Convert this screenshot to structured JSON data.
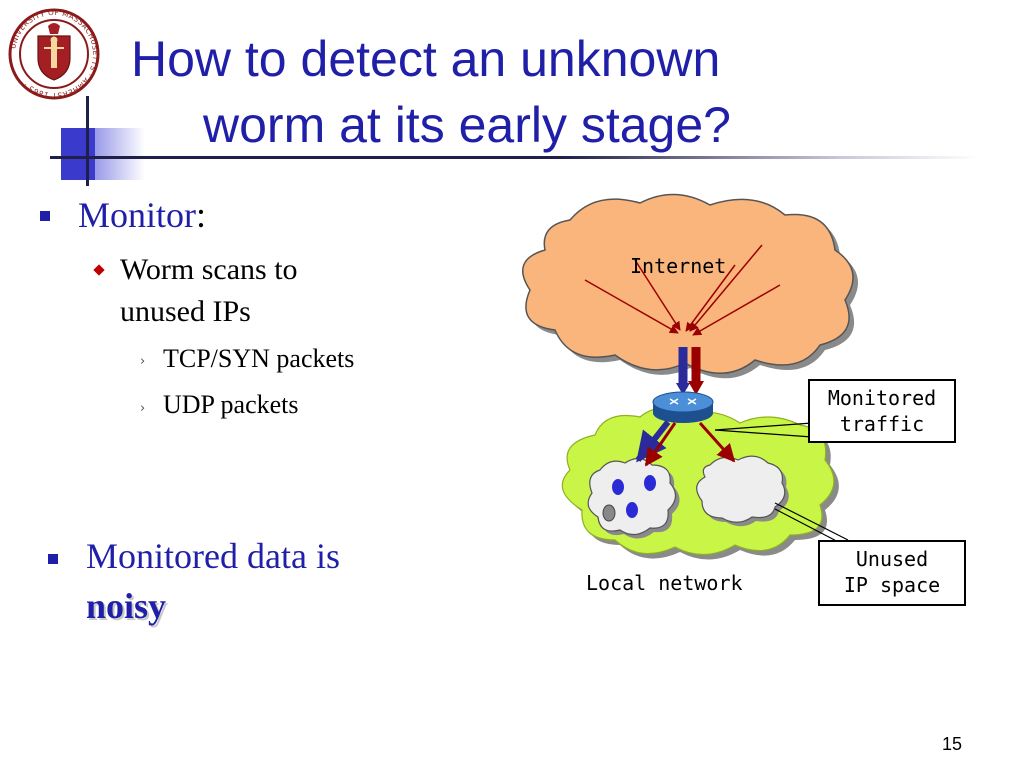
{
  "title": {
    "line1": "How to detect an unknown",
    "line2": "worm at its early stage?"
  },
  "logo": {
    "icon": "university-seal-icon",
    "text": "UNIVERSITY OF MASSACHUSETTS AMHERST 1863"
  },
  "bullets": {
    "monitor_label": "Monitor",
    "monitor_colon": ":",
    "sub1_line1": "Worm scans to",
    "sub1_line2": "unused IPs",
    "sub1a": "TCP/SYN packets",
    "sub1b": "UDP packets",
    "data_line1": "Monitored data is",
    "data_line2": "noisy"
  },
  "diagram": {
    "internet_label": "Internet",
    "monitored_label_line1": "Monitored",
    "monitored_label_line2": "traffic",
    "local_network_label": "Local network",
    "unused_label_line1": "Unused",
    "unused_label_line2": "IP space",
    "colors": {
      "internet_cloud": "#f9b57c",
      "local_cloud": "#c8f546",
      "subnet_cloud": "#eeeeee",
      "arrow_red": "#9b0000",
      "arrow_blue": "#2a2a9a",
      "host_dot": "#2b2bd6",
      "router": "#3a78c8"
    }
  },
  "page_number": "15",
  "colors": {
    "title": "#1f1fa8",
    "bullet_square": "#1f1fa8",
    "bullet_diamond": "#c00000"
  }
}
